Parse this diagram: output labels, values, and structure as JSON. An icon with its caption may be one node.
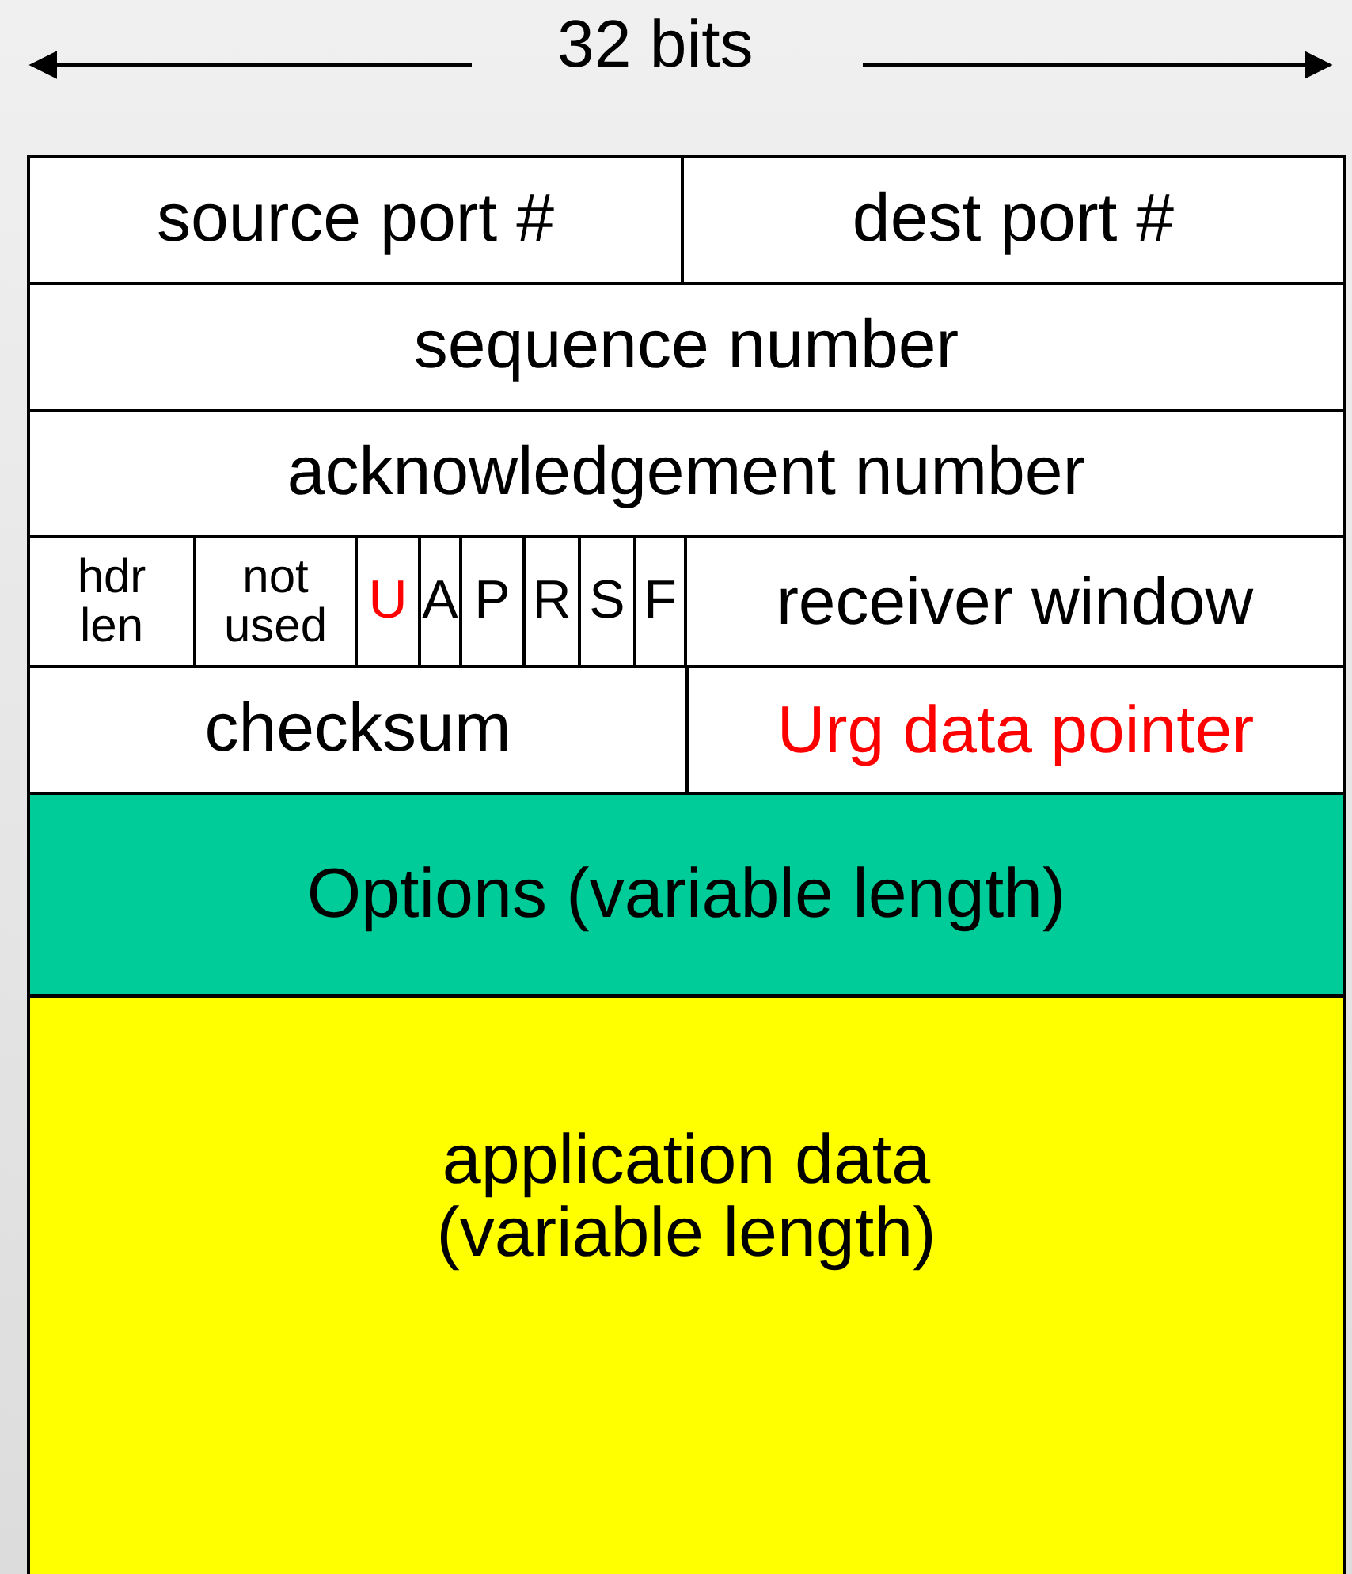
{
  "diagram": {
    "nodes": [
      {
        "text": [
          "source port #"
        ]
      },
      {
        "text": [
          "dest port #"
        ]
      },
      {
        "text": [
          "sequence number"
        ]
      },
      {
        "text": [
          "acknowledgement number"
        ]
      },
      {
        "text": [
          "hdr len"
        ]
      },
      {
        "text": [
          "not used"
        ]
      },
      {
        "text": [
          "U"
        ]
      },
      {
        "text": [
          "A"
        ]
      },
      {
        "text": [
          "P"
        ]
      },
      {
        "text": [
          "R"
        ]
      },
      {
        "text": [
          "S"
        ]
      },
      {
        "text": [
          "F"
        ]
      },
      {
        "text": [
          "receiver window"
        ]
      },
      {
        "text": [
          "checksum"
        ]
      },
      {
        "text": [
          "Urg data pointer"
        ]
      },
      {
        "text": [
          "Options (variable length)"
        ]
      },
      {
        "text": [
          "application data (variable length)"
        ]
      }
    ],
    "labels": [
      "32 bits"
    ]
  }
}
